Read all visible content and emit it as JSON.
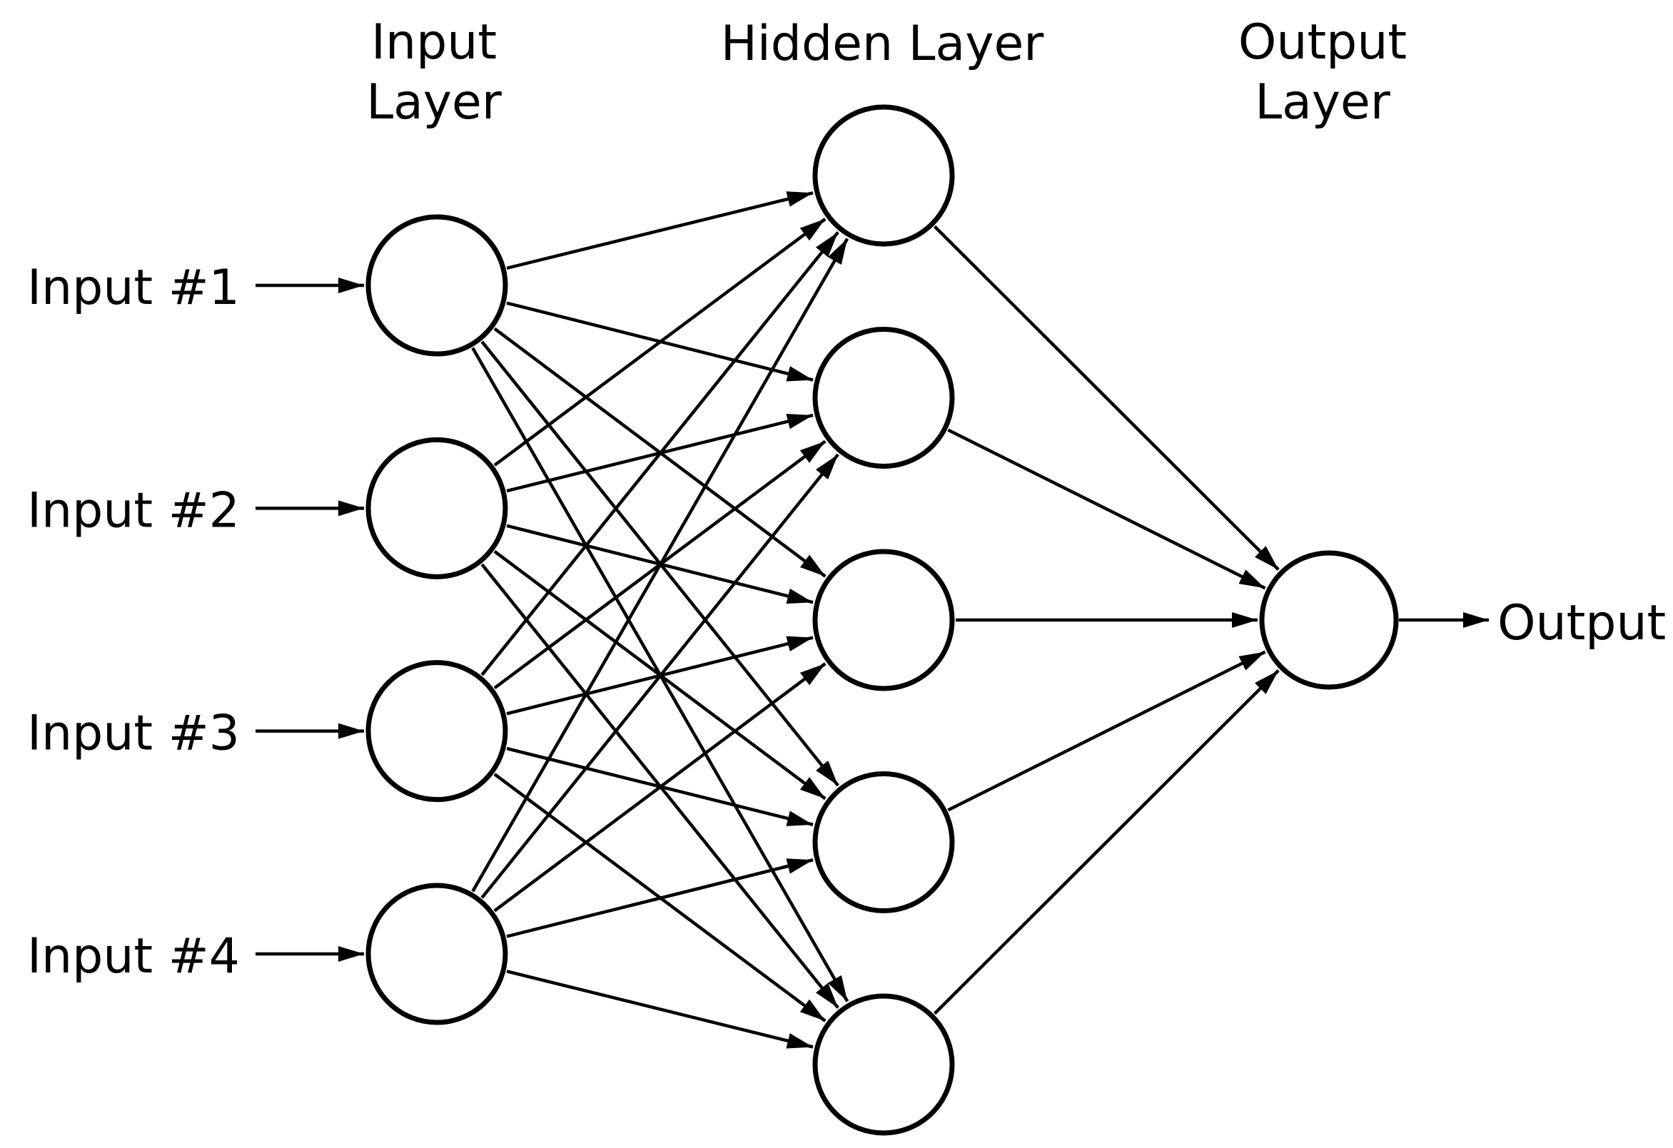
{
  "titles": {
    "input": [
      "Input",
      "Layer"
    ],
    "hidden": "Hidden Layer",
    "output": [
      "Output",
      "Layer"
    ]
  },
  "input_labels": [
    "Input #1",
    "Input #2",
    "Input #3",
    "Input #4"
  ],
  "output_label": "Output",
  "network": {
    "input_count": 4,
    "hidden_count": 5,
    "output_count": 1,
    "input_to_hidden": "fully-connected",
    "hidden_to_output": "fully-connected"
  },
  "colors": {
    "ink": "#000000",
    "node_fill": "#ffffff",
    "background": "#ffffff"
  }
}
